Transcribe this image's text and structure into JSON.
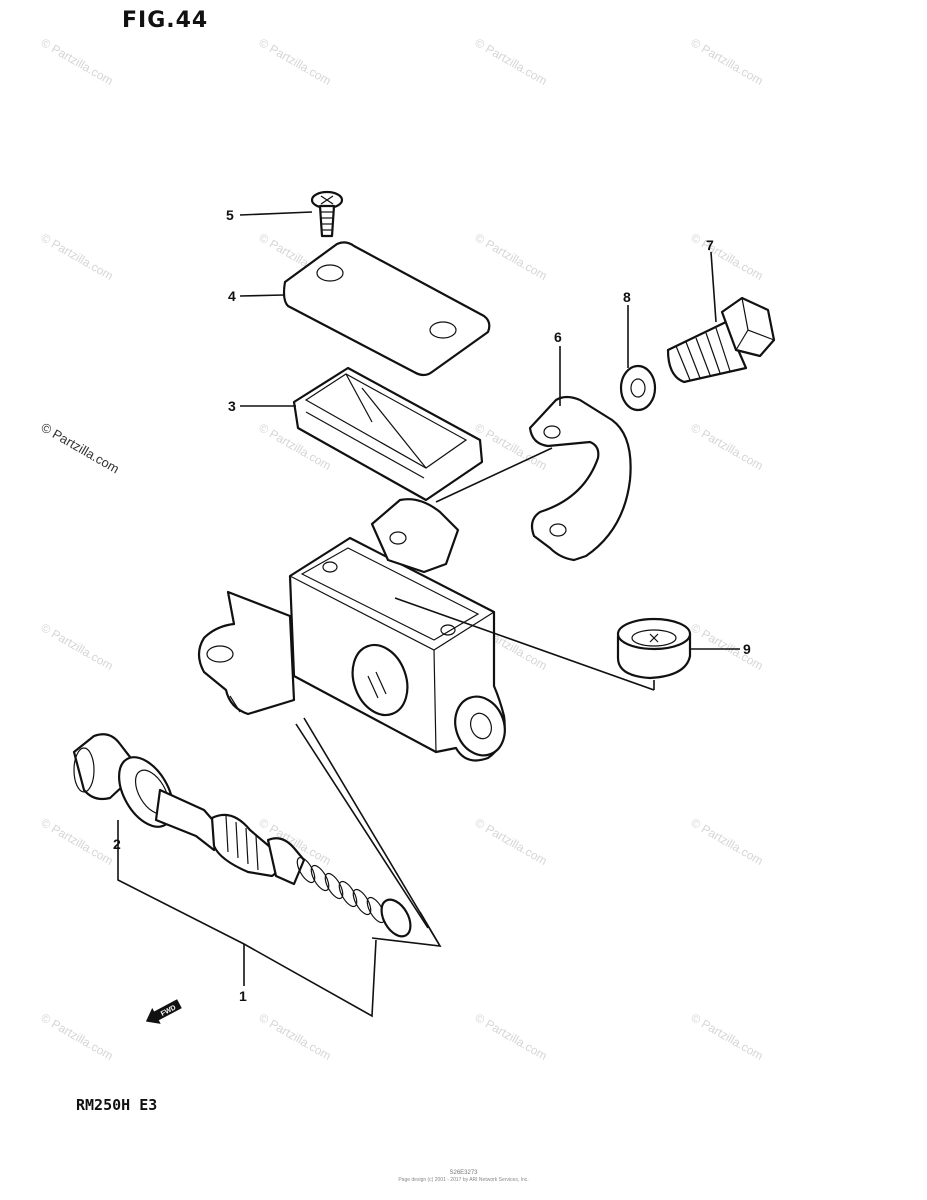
{
  "figure": {
    "title": "FIG.44",
    "model": "RM250H E3"
  },
  "callouts": [
    {
      "id": "1",
      "label": "1"
    },
    {
      "id": "2",
      "label": "2"
    },
    {
      "id": "3",
      "label": "3"
    },
    {
      "id": "4",
      "label": "4"
    },
    {
      "id": "5",
      "label": "5"
    },
    {
      "id": "6",
      "label": "6"
    },
    {
      "id": "7",
      "label": "7"
    },
    {
      "id": "8",
      "label": "8"
    },
    {
      "id": "9",
      "label": "9"
    }
  ],
  "watermark": {
    "text": "© Partzilla.com",
    "feature_text": "© Partzilla.com"
  },
  "fwd_label": "FWD",
  "footer": {
    "code": "S26E3273",
    "copyright": "Page design (c) 2001 - 2017 by ARI Network Services, Inc."
  },
  "colors": {
    "ink": "#111111",
    "watermark": "#d6d6d6",
    "background": "#ffffff"
  }
}
